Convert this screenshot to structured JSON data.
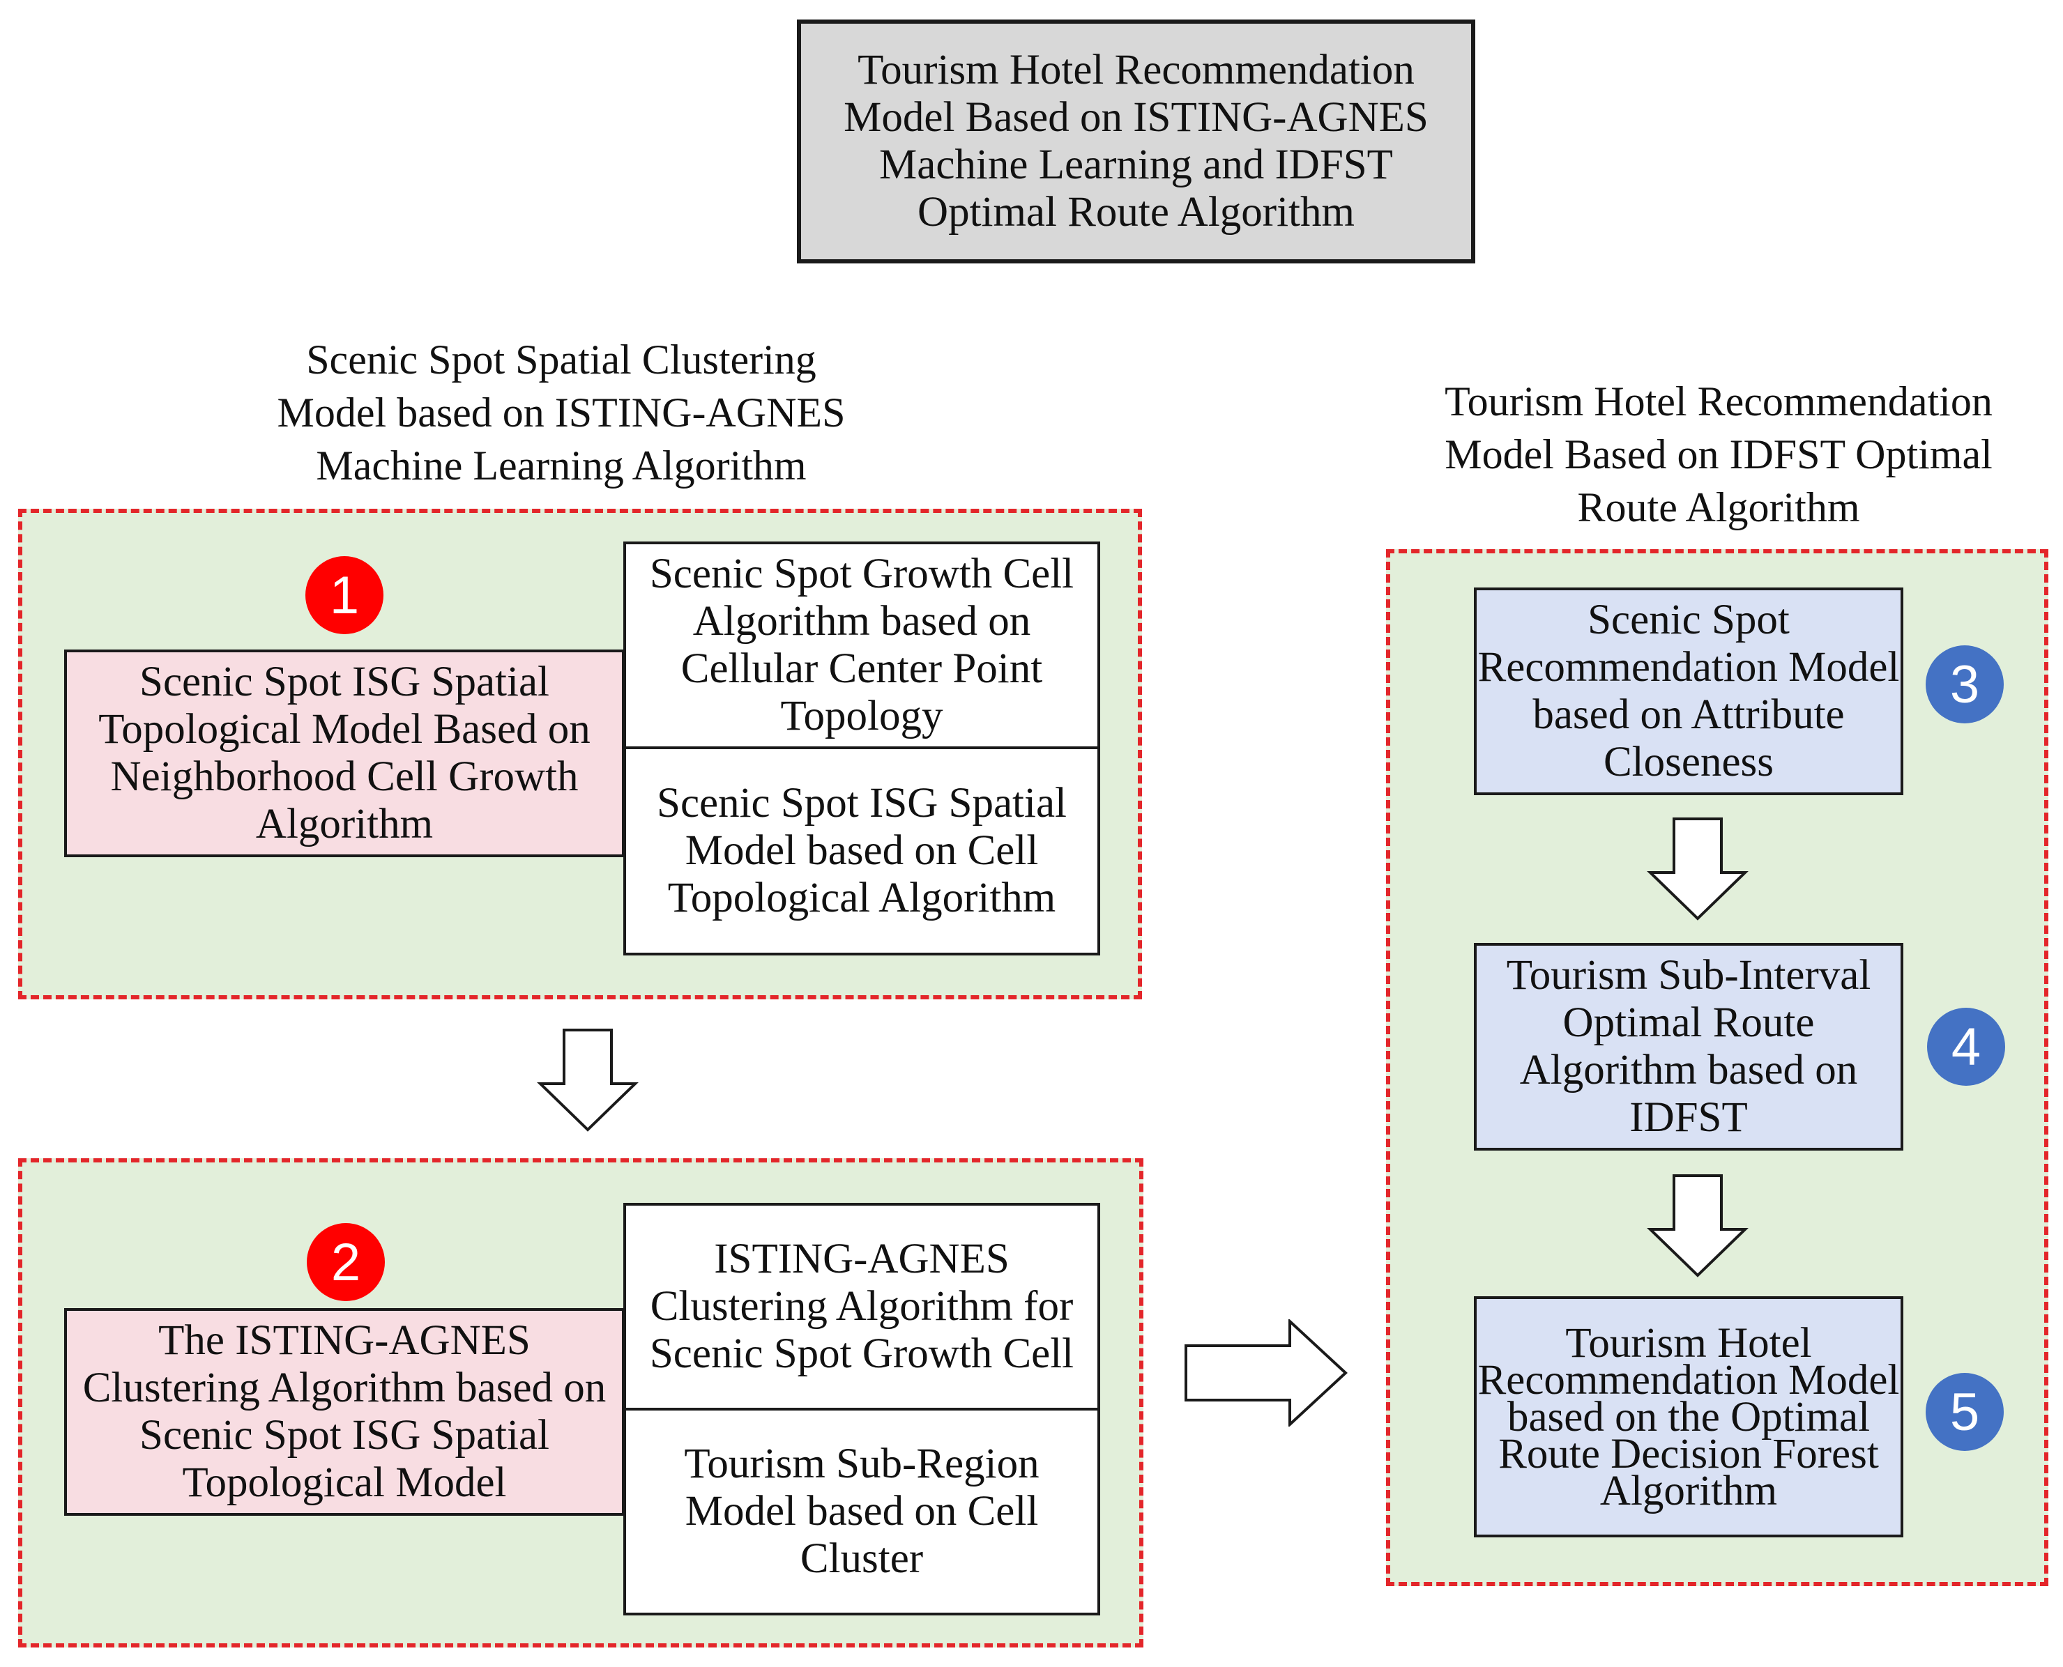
{
  "title": "Tourism Hotel Recommendation Model Based on ISTING-AGNES Machine Learning and IDFST Optimal Route Algorithm",
  "left_section": {
    "label_lines": [
      "Scenic Spot Spatial Clustering",
      "Model based on ISTING-AGNES",
      "Machine Learning Algorithm"
    ],
    "stage1": {
      "badge": "1",
      "main": "Scenic Spot ISG Spatial Topological Model Based on Neighborhood Cell Growth Algorithm",
      "sub_top": "Scenic Spot Growth Cell Algorithm based on Cellular Center Point Topology",
      "sub_bottom": "Scenic Spot ISG Spatial Model based on Cell Topological Algorithm"
    },
    "stage2": {
      "badge": "2",
      "main": "The ISTING-AGNES Clustering Algorithm based on Scenic Spot ISG Spatial Topological Model",
      "sub_top": "ISTING-AGNES Clustering Algorithm for Scenic Spot Growth Cell",
      "sub_bottom": "Tourism Sub-Region Model based on Cell Cluster"
    }
  },
  "right_section": {
    "label_lines": [
      "Tourism Hotel Recommendation",
      "Model Based on IDFST Optimal",
      "Route Algorithm"
    ],
    "steps": [
      {
        "badge": "3",
        "text": "Scenic Spot Recommendation Model based on Attribute Closeness"
      },
      {
        "badge": "4",
        "text": "Tourism Sub-Interval Optimal Route Algorithm based on IDFST"
      },
      {
        "badge": "5",
        "text": "Tourism Hotel Recommendation Model based on the Optimal Route Decision Forest Algorithm"
      }
    ]
  },
  "colors": {
    "panel_fill": "#e2efda",
    "panel_border": "#e3262a",
    "pink_box": "#f8dde2",
    "blue_box": "#d9e1f4",
    "title_box": "#d8d8d8",
    "badge_red": "#ff0000",
    "badge_blue": "#4472c4"
  }
}
